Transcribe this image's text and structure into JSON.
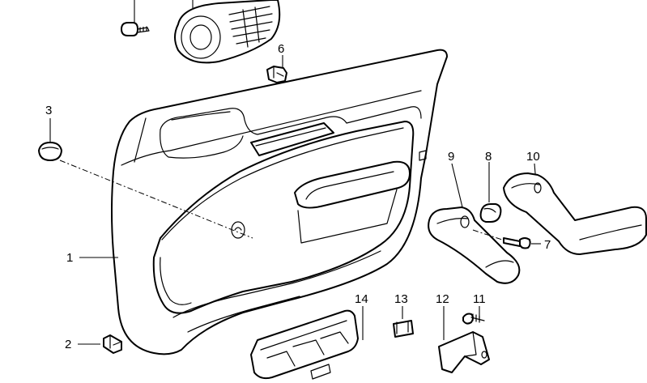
{
  "diagram": {
    "callouts": [
      {
        "id": "c1",
        "text": "1"
      },
      {
        "id": "c2",
        "text": "2"
      },
      {
        "id": "c3",
        "text": "3"
      },
      {
        "id": "c6",
        "text": "6"
      },
      {
        "id": "c7",
        "text": "7"
      },
      {
        "id": "c8",
        "text": "8"
      },
      {
        "id": "c9",
        "text": "9"
      },
      {
        "id": "c10",
        "text": "10"
      },
      {
        "id": "c11",
        "text": "11"
      },
      {
        "id": "c12",
        "text": "12"
      },
      {
        "id": "c13",
        "text": "13"
      },
      {
        "id": "c14",
        "text": "14"
      }
    ]
  }
}
